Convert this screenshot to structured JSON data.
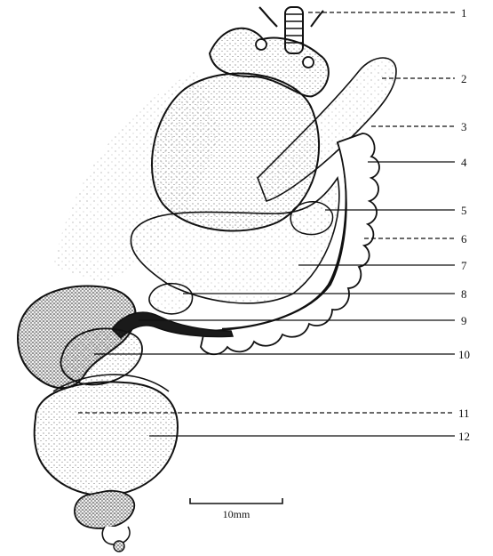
{
  "figure": {
    "callouts": [
      {
        "id": "1",
        "text": "1",
        "line": "dashed"
      },
      {
        "id": "2",
        "text": "2",
        "line": "dashed"
      },
      {
        "id": "3",
        "text": "3",
        "line": "dashed"
      },
      {
        "id": "4",
        "text": "4",
        "line": "solid"
      },
      {
        "id": "5",
        "text": "5",
        "line": "solid"
      },
      {
        "id": "6",
        "text": "6",
        "line": "dashed"
      },
      {
        "id": "7",
        "text": "7",
        "line": "solid"
      },
      {
        "id": "8",
        "text": "8",
        "line": "solid"
      },
      {
        "id": "9",
        "text": "9",
        "line": "solid"
      },
      {
        "id": "10",
        "text": "10",
        "line": "solid"
      },
      {
        "id": "11",
        "text": "11",
        "line": "dashed"
      },
      {
        "id": "12",
        "text": "12",
        "line": "solid"
      }
    ],
    "scale_bar": {
      "label": "10mm"
    }
  }
}
